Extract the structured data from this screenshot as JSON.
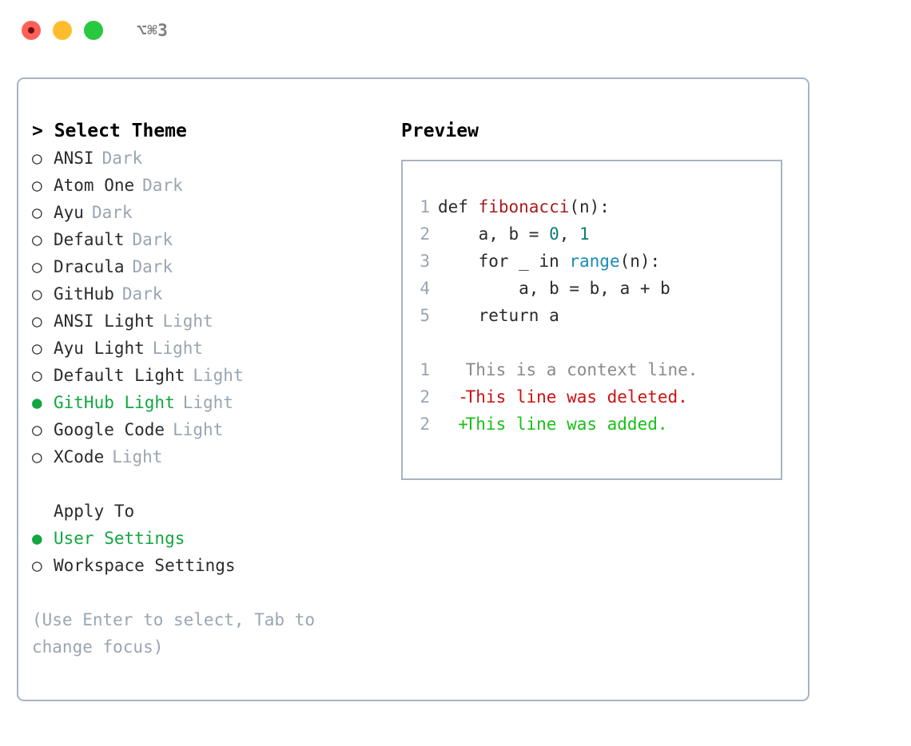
{
  "titlebar": {
    "shortcut": "⌥⌘3",
    "lights": [
      {
        "name": "close",
        "color": "#ff6159",
        "recording": true
      },
      {
        "name": "minimize",
        "color": "#ffbd2e",
        "recording": false
      },
      {
        "name": "maximize",
        "color": "#28c840",
        "recording": false
      }
    ]
  },
  "theme_picker": {
    "prompt": "> ",
    "title": "Select Theme",
    "selected_marker": "● ",
    "unselected_marker": "○ ",
    "items": [
      {
        "label": "ANSI",
        "tag": "Dark",
        "selected": false
      },
      {
        "label": "Atom One",
        "tag": "Dark",
        "selected": false
      },
      {
        "label": "Ayu",
        "tag": "Dark",
        "selected": false
      },
      {
        "label": "Default",
        "tag": "Dark",
        "selected": false
      },
      {
        "label": "Dracula",
        "tag": "Dark",
        "selected": false
      },
      {
        "label": "GitHub",
        "tag": "Dark",
        "selected": false
      },
      {
        "label": "ANSI Light",
        "tag": "Light",
        "selected": false
      },
      {
        "label": "Ayu Light",
        "tag": "Light",
        "selected": false
      },
      {
        "label": "Default Light",
        "tag": "Light",
        "selected": false
      },
      {
        "label": "GitHub Light",
        "tag": "Light",
        "selected": true
      },
      {
        "label": "Google Code",
        "tag": "Light",
        "selected": false
      },
      {
        "label": "XCode",
        "tag": "Light",
        "selected": false
      }
    ]
  },
  "apply_to": {
    "title": "Apply To",
    "options": [
      {
        "label": "User Settings",
        "selected": true
      },
      {
        "label": "Workspace Settings",
        "selected": false
      }
    ]
  },
  "hint": "(Use Enter to select, Tab to change focus)",
  "preview": {
    "title": "Preview",
    "code_lines": [
      {
        "num": "1",
        "tokens": [
          {
            "text": "def ",
            "type": "plain"
          },
          {
            "text": "fibonacci",
            "type": "function"
          },
          {
            "text": "(n):",
            "type": "plain"
          }
        ]
      },
      {
        "num": "2",
        "tokens": [
          {
            "text": "    a, b = ",
            "type": "plain"
          },
          {
            "text": "0",
            "type": "number"
          },
          {
            "text": ", ",
            "type": "plain"
          },
          {
            "text": "1",
            "type": "number"
          }
        ]
      },
      {
        "num": "3",
        "tokens": [
          {
            "text": "    for _ in ",
            "type": "plain"
          },
          {
            "text": "range",
            "type": "call"
          },
          {
            "text": "(n):",
            "type": "plain"
          }
        ]
      },
      {
        "num": "4",
        "tokens": [
          {
            "text": "        a, b = b, a + b",
            "type": "plain"
          }
        ]
      },
      {
        "num": "5",
        "tokens": [
          {
            "text": "    return a",
            "type": "plain"
          }
        ]
      }
    ],
    "diff_lines": [
      {
        "num": "1",
        "mark": " ",
        "text": " This is a context line.",
        "kind": "context"
      },
      {
        "num": "2",
        "mark": "-",
        "text": " This line was deleted.",
        "kind": "deleted"
      },
      {
        "num": "2",
        "mark": "+",
        "text": " This line was added.",
        "kind": "added"
      }
    ]
  },
  "colors": {
    "accent_green": "#12a640",
    "border": "#a9b4c0",
    "muted": "#9aa5b1",
    "text": "#2b2b2b",
    "diff_deleted": "#cc1111",
    "diff_added": "#18c018",
    "syntax_function": "#a91b1b",
    "syntax_number": "#0f7b7b",
    "syntax_call": "#1b8ab5"
  }
}
